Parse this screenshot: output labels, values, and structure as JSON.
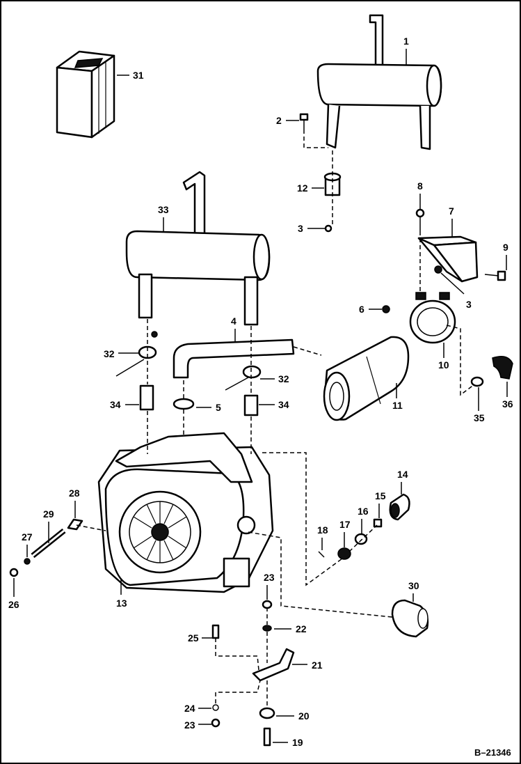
{
  "drawing_number": "B–21346",
  "callouts": {
    "c1": "1",
    "c2": "2",
    "c3a": "3",
    "c3b": "3",
    "c4": "4",
    "c5": "5",
    "c6": "6",
    "c7": "7",
    "c8": "8",
    "c9": "9",
    "c10": "10",
    "c11": "11",
    "c12": "12",
    "c13": "13",
    "c14": "14",
    "c15": "15",
    "c16": "16",
    "c17": "17",
    "c18": "18",
    "c19": "19",
    "c20": "20",
    "c21": "21",
    "c22": "22",
    "c23a": "23",
    "c23b": "23",
    "c24": "24",
    "c25": "25",
    "c26": "26",
    "c27": "27",
    "c28": "28",
    "c29": "29",
    "c30": "30",
    "c31": "31",
    "c32a": "32",
    "c32b": "32",
    "c33": "33",
    "c34a": "34",
    "c34b": "34",
    "c35": "35",
    "c36": "36"
  }
}
